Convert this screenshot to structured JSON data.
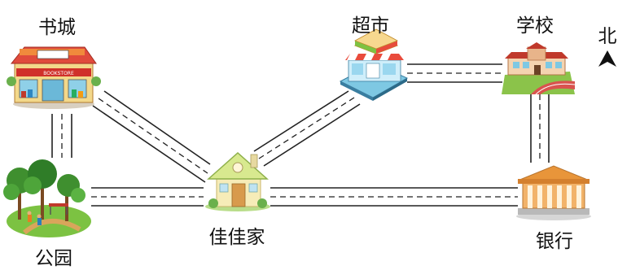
{
  "places": {
    "bookstore": {
      "label": "书城",
      "sign": "BOOKSTORE",
      "icon": "bookstore-icon"
    },
    "supermarket": {
      "label": "超市",
      "icon": "supermarket-sandwich-icon"
    },
    "school": {
      "label": "学校",
      "icon": "school-icon"
    },
    "park": {
      "label": "公园",
      "icon": "park-trees-icon"
    },
    "home": {
      "label": "佳佳家",
      "icon": "house-icon"
    },
    "bank": {
      "label": "银行",
      "icon": "bank-building-icon"
    }
  },
  "compass": {
    "label": "北",
    "icon": "north-arrow-icon"
  },
  "colors": {
    "road": "#222222",
    "grass": "#7cc242",
    "roof_red": "#d9453a",
    "bank": "#e8953a",
    "house": "#f6ecb8"
  }
}
